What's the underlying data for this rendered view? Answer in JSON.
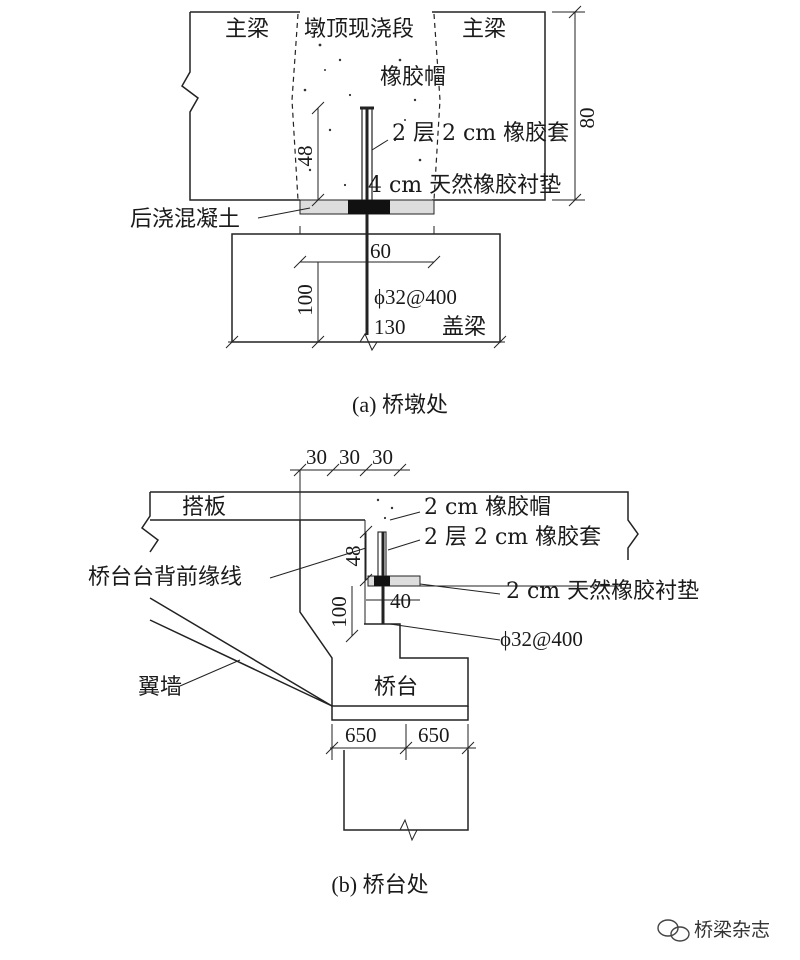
{
  "diagram_a": {
    "label_main_girder_left": "主梁",
    "label_pier_top_cast": "墩顶现浇段",
    "label_main_girder_right": "主梁",
    "label_rubber_cap": "橡胶帽",
    "label_rubber_sleeve": "2 层 2 cm 橡胶套",
    "label_rubber_pad": "4 cm 天然橡胶衬垫",
    "label_post_cast_concrete": "后浇混凝土",
    "label_cap_beam": "盖梁",
    "label_rebar": "ϕ32@400",
    "dim_80": "80",
    "dim_48": "48",
    "dim_60": "60",
    "dim_100": "100",
    "dim_130": "130",
    "caption": "(a) 桥墩处"
  },
  "diagram_b": {
    "label_approach_slab": "搭板",
    "label_rubber_cap": "2 cm 橡胶帽",
    "label_rubber_sleeve": "2 层 2 cm 橡胶套",
    "label_front_edge_line": "桥台台背前缘线",
    "label_rubber_pad": "2 cm 天然橡胶衬垫",
    "label_rebar": "ϕ32@400",
    "label_wing_wall": "翼墙",
    "label_abutment": "桥台",
    "dim_30_a": "30",
    "dim_30_b": "30",
    "dim_30_c": "30",
    "dim_48": "48",
    "dim_100": "100",
    "dim_40": "40",
    "dim_650_left": "650",
    "dim_650_right": "650",
    "caption": "(b) 桥台处"
  },
  "watermark": {
    "text": "桥梁杂志",
    "icon": "wechat-icon"
  }
}
